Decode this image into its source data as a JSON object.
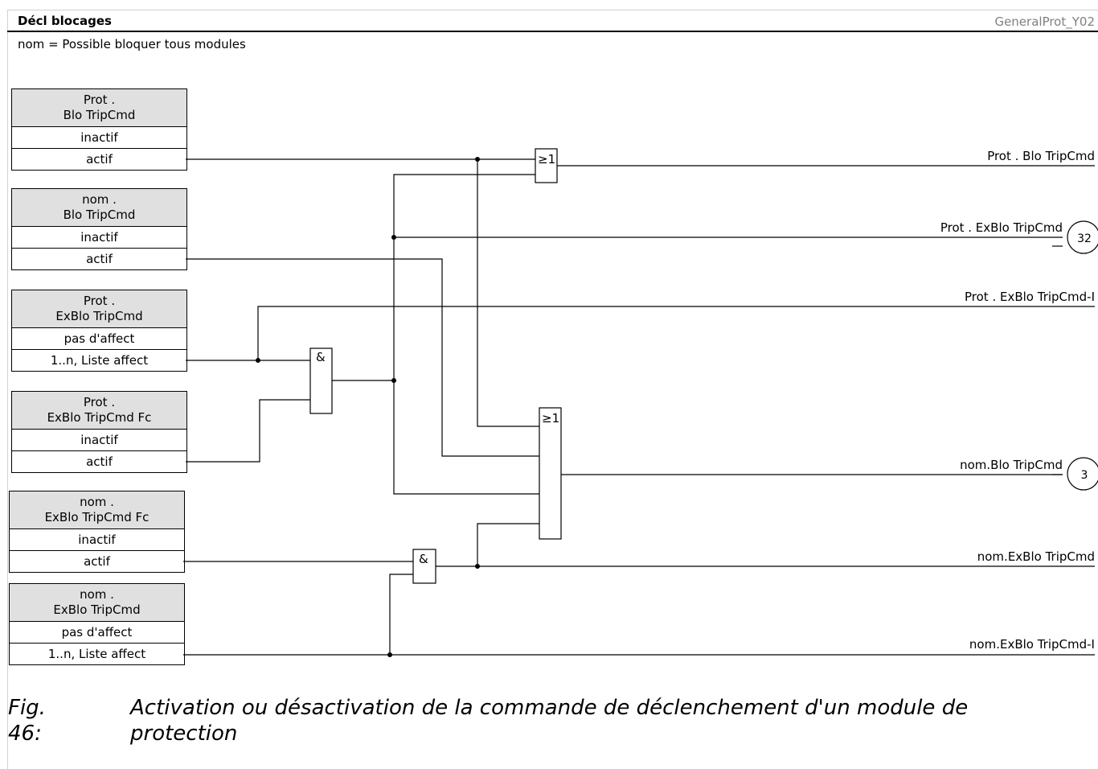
{
  "header": {
    "title": "Décl blocages",
    "diagram_id": "GeneralProt_Y02",
    "note": "nom = Possible bloquer tous modules"
  },
  "settings": [
    {
      "name_line1": "Prot .",
      "name_line2": "Blo TripCmd",
      "option1": "inactif",
      "option2": "actif"
    },
    {
      "name_line1": "nom .",
      "name_line2": "Blo TripCmd",
      "option1": "inactif",
      "option2": "actif"
    },
    {
      "name_line1": "Prot .",
      "name_line2": "ExBlo TripCmd",
      "option1": "pas d'affect",
      "option2": "1..n, Liste affect"
    },
    {
      "name_line1": "Prot .",
      "name_line2": "ExBlo TripCmd Fc",
      "option1": "inactif",
      "option2": "actif"
    },
    {
      "name_line1": "nom .",
      "name_line2": "ExBlo TripCmd Fc",
      "option1": "inactif",
      "option2": "actif"
    },
    {
      "name_line1": "nom .",
      "name_line2": "ExBlo TripCmd",
      "option1": "pas d'affect",
      "option2": "1..n, Liste affect"
    }
  ],
  "gates": {
    "or_label": "≥1",
    "and_label": "&"
  },
  "outputs": {
    "prot_blo_tripcmd": "Prot . Blo TripCmd",
    "prot_exblo_tripcmd": "Prot . ExBlo TripCmd",
    "prot_exblo_tripcmd_i": "Prot . ExBlo TripCmd-I",
    "nom_blo_tripcmd": "nom.Blo TripCmd",
    "nom_exblo_tripcmd": "nom.ExBlo TripCmd",
    "nom_exblo_tripcmd_i": "nom.ExBlo TripCmd-I"
  },
  "connectors": {
    "ref_32": "32",
    "ref_3": "3"
  },
  "caption": {
    "number": "Fig. 46:",
    "text": "Activation ou désactivation de la commande de déclenchement d'un module de protection"
  }
}
